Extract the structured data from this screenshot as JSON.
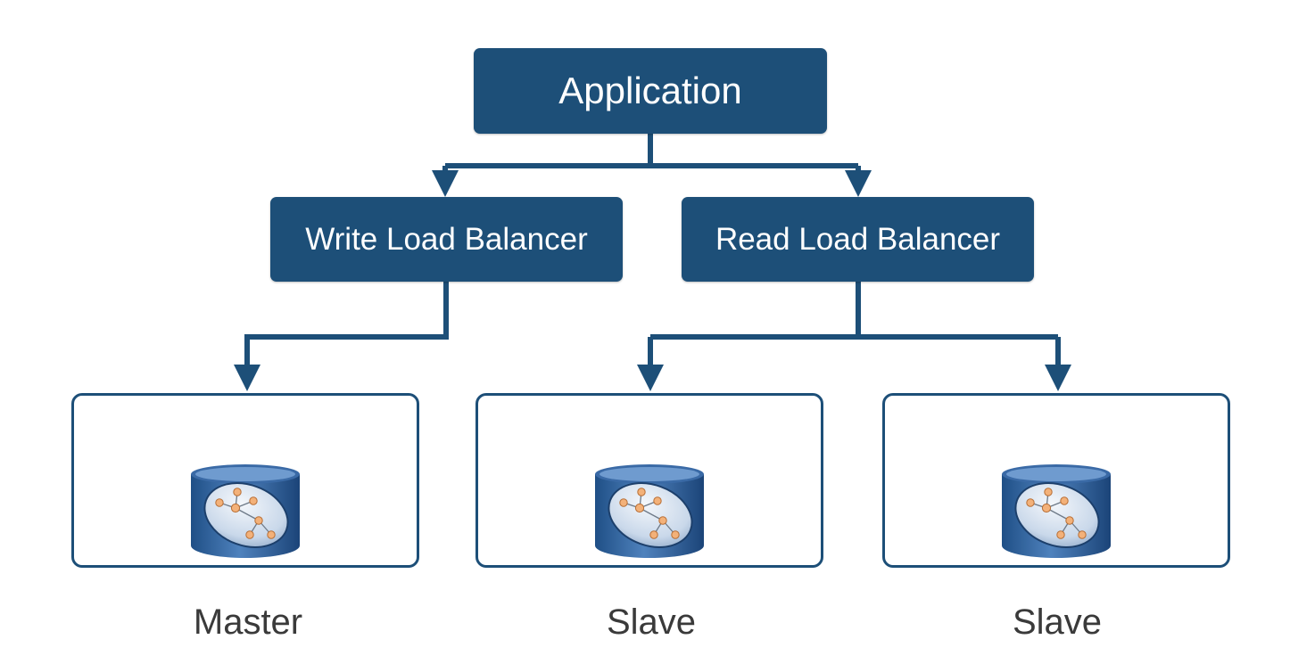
{
  "nodes": {
    "application": "Application",
    "write_load_balancer": "Write Load Balancer",
    "read_load_balancer": "Read Load Balancer"
  },
  "databases": [
    {
      "caption": "Master",
      "icon": "database-icon"
    },
    {
      "caption": "Slave",
      "icon": "database-icon"
    },
    {
      "caption": "Slave",
      "icon": "database-icon"
    }
  ],
  "colors": {
    "node_fill": "#1d4f78",
    "connector": "#1d4f78",
    "panel_border": "#1d4f78",
    "node_text": "#ffffff",
    "caption_text": "#3a3a3a"
  }
}
